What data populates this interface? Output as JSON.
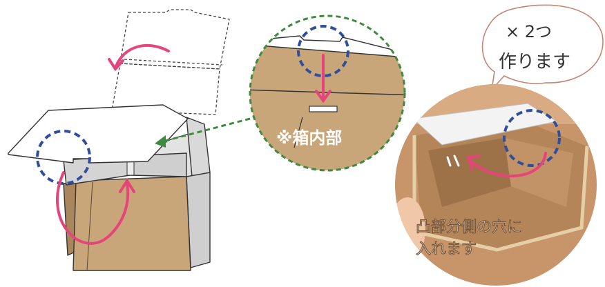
{
  "labels": {
    "inside_box": "※箱内部",
    "bubble_line1": "× 2つ",
    "bubble_line2": "作ります",
    "photo_line1": "凸部分側の穴に",
    "photo_line2": "入れます"
  },
  "colors": {
    "cardboard": "#c9a57a",
    "cardboard_dark": "#a9865c",
    "arrow_pink": "#e5457a",
    "dash_blue": "#2f4f9e",
    "dash_green": "#3e8a3e"
  }
}
